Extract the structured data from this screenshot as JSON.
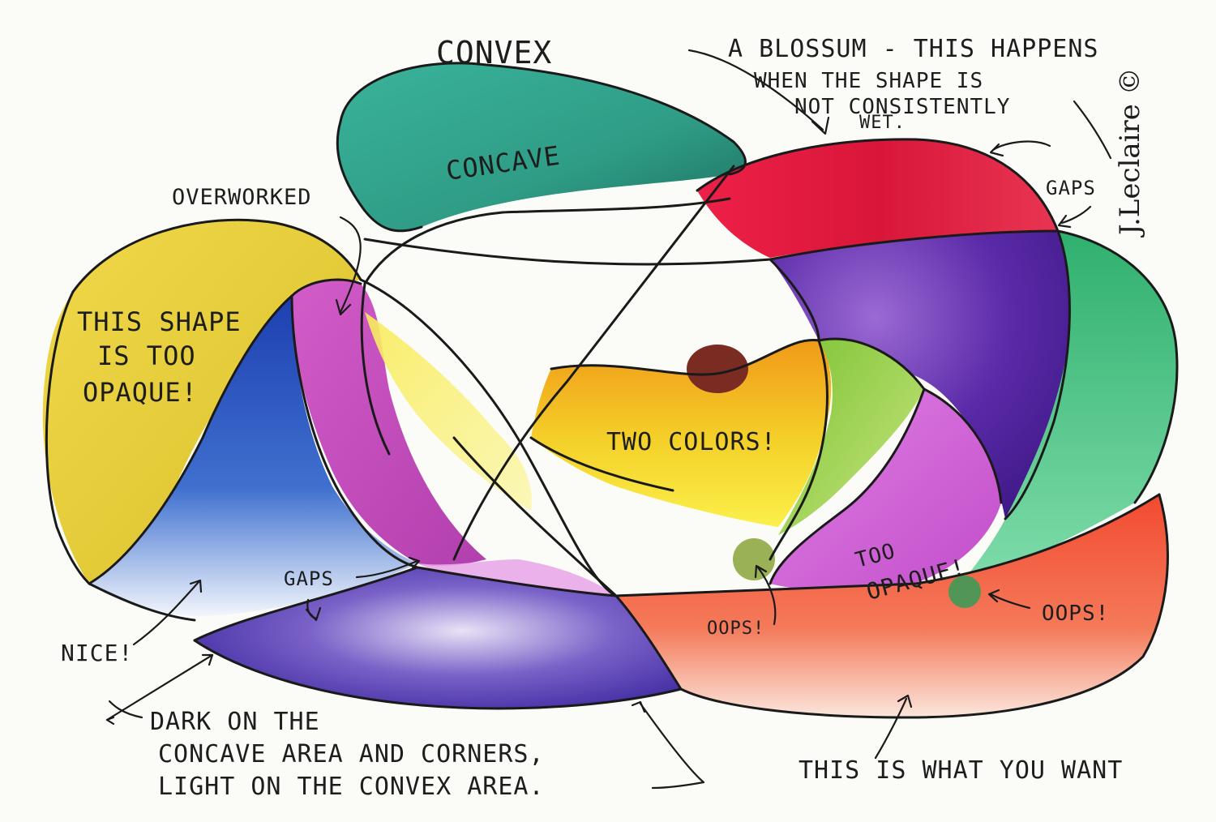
{
  "labels": {
    "convex": "CONVEX",
    "concave": "CONCAVE",
    "blossum_line1": "A BLOSSUM - THIS HAPPENS",
    "blossum_line2": "WHEN THE SHAPE IS",
    "blossum_line3": "NOT CONSISTENTLY",
    "blossum_line4": "WET.",
    "gaps_right": "GAPS",
    "overworked": "OVERWORKED",
    "too_opaque_line1": "THIS SHAPE",
    "too_opaque_line2": "IS TOO",
    "too_opaque_line3": "OPAQUE!",
    "two_colors": "TWO COLORS!",
    "gaps_left": "GAPS",
    "nice": "NICE!",
    "too_opaque_small_line1": "TOO",
    "too_opaque_small_line2": "OPAQUE!",
    "oops_center": "OOPS!",
    "oops_right": "OOPS!",
    "dark_line1": "DARK ON THE",
    "dark_line2": "CONCAVE AREA AND CORNERS,",
    "dark_line3": "LIGHT ON THE CONVEX AREA.",
    "what_you_want": "THIS IS WHAT YOU WANT",
    "signature": "J.Leclaire ©"
  },
  "colors": {
    "paper": "#fbfbf7",
    "teal": "#2f9c86",
    "red": "#d9163a",
    "purple": "#4a1f97",
    "green": "#36b878",
    "yellow": "#e8d33a",
    "blue": "#2048b8",
    "magenta": "#c74bbd",
    "orange": "#f0a01c",
    "pink_violet": "#cf5fd6",
    "violet_bottom": "#3b25a6",
    "coral": "#f25a3d",
    "lime": "#8cc63a",
    "brown": "#7a2c22"
  }
}
